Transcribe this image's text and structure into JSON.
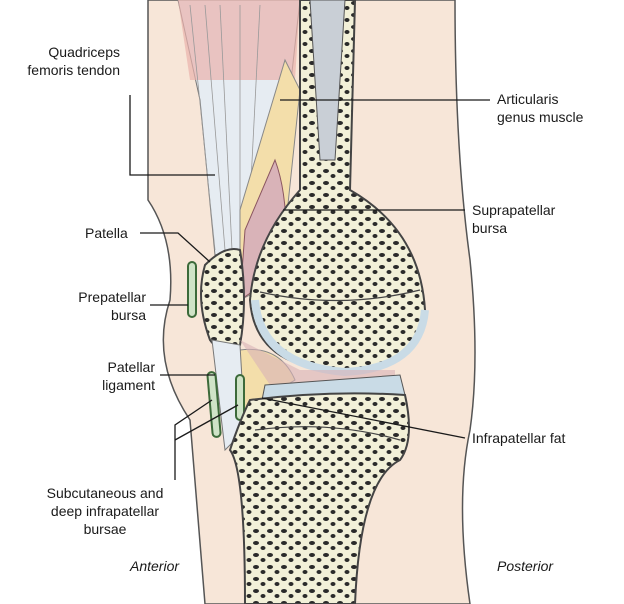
{
  "labels": {
    "quadriceps": [
      "Quadriceps",
      "femoris tendon"
    ],
    "articularis": [
      "Articularis",
      "genus muscle"
    ],
    "suprapatellar": [
      "Suprapatellar",
      "bursa"
    ],
    "patella": "Patella",
    "prepatellar": [
      "Prepatellar",
      "bursa"
    ],
    "patellar_ligament": [
      "Patellar",
      "ligament"
    ],
    "infrapatellar_fat": "Infrapatellar fat",
    "subcutaneous": [
      "Subcutaneous and",
      "deep infrapatellar",
      "bursae"
    ],
    "anterior": "Anterior",
    "posterior": "Posterior"
  },
  "colors": {
    "skin": "#f7e6d8",
    "bone": "#f2f0d8",
    "cartilage": "#c9dbe6",
    "bursa": "#d9b3b8",
    "fat": "#f3deaa",
    "tendon": "#e6ecf2",
    "muscle": "#eab2ac",
    "bursa_outline": "#3c6a3a"
  }
}
